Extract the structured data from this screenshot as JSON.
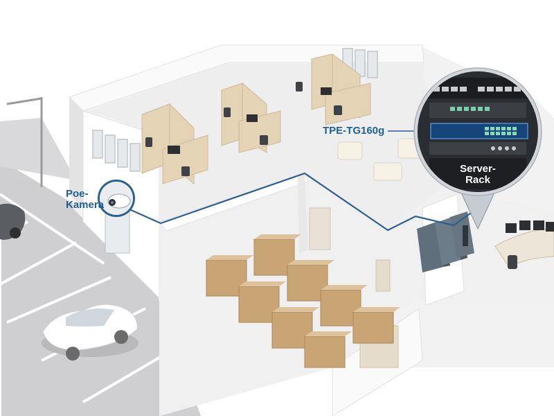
{
  "labels": {
    "poe_camera_line1": "Poe-",
    "poe_camera_line2": "Kamera",
    "switch_model": "TPE-TG160g",
    "server_rack_line1": "Server-",
    "server_rack_line2": "Rack"
  },
  "colors": {
    "network_line": "#2b5f90",
    "label_blue": "#1f5f93",
    "floor": "#eeeeef",
    "wall": "#f6f6f6",
    "asphalt": "#cfcfd1",
    "cubicle": "#e4d3b5",
    "box": "#c8a374",
    "server": "#5f6f7c",
    "zoom_circle": "#3a3d42"
  },
  "icons": [
    "security-camera-icon",
    "network-switch-icon",
    "server-rack-icon",
    "car-icon"
  ]
}
